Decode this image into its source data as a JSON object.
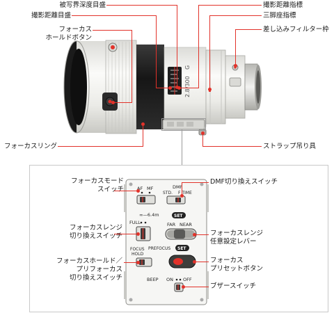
{
  "lens_labels": {
    "dof_scale": "被写界深度目盛",
    "distance_scale": "撮影距離目盛",
    "focus_hold_button_line1": "フォーカス",
    "focus_hold_button_line2": "ホールドボタン",
    "focus_ring": "フォーカスリング",
    "distance_index": "撮影距離指標",
    "tripod_index": "三脚座指標",
    "dropin_filter": "差し込みフィルター枠",
    "strap_lug": "ストラップ吊り具"
  },
  "lens_printing": {
    "focal": "2.8/300",
    "mark": "G"
  },
  "panel_labels": {
    "focus_mode_line1": "フォーカスモード",
    "focus_mode_line2": "スイッチ",
    "dmf_switch": "DMF切り換えスイッチ",
    "range_switch_line1": "フォーカスレンジ",
    "range_switch_line2": "切り換えスイッチ",
    "range_lever_line1": "フォーカスレンジ",
    "range_lever_line2": "任意設定レバー",
    "hold_switch_line1": "フォーカスホールド／",
    "hold_switch_line2": "プリフォーカス",
    "hold_switch_line3": "切り換えスイッチ",
    "preset_line1": "フォーカス",
    "preset_line2": "プリセットボタン",
    "beep_switch": "ブザースイッチ"
  },
  "panel_printing": {
    "af": "AF",
    "mf": "MF",
    "dmf": "DMF",
    "std": "STD.",
    "f_time": "F TIME",
    "range_value": "∞—6.4m",
    "set": "SET",
    "full": "FULL",
    "far": "FAR",
    "near": "NEAR",
    "focus": "FOCUS",
    "hold": "HOLD",
    "prefocus": "PREFOCUS",
    "beep": "BEEP",
    "on": "ON",
    "off": "OFF"
  },
  "colors": {
    "accent": "#e2322a",
    "lens_body": "#f1f1ee",
    "lens_band": "#1d1d1d",
    "panel": "#f6f6f4"
  }
}
